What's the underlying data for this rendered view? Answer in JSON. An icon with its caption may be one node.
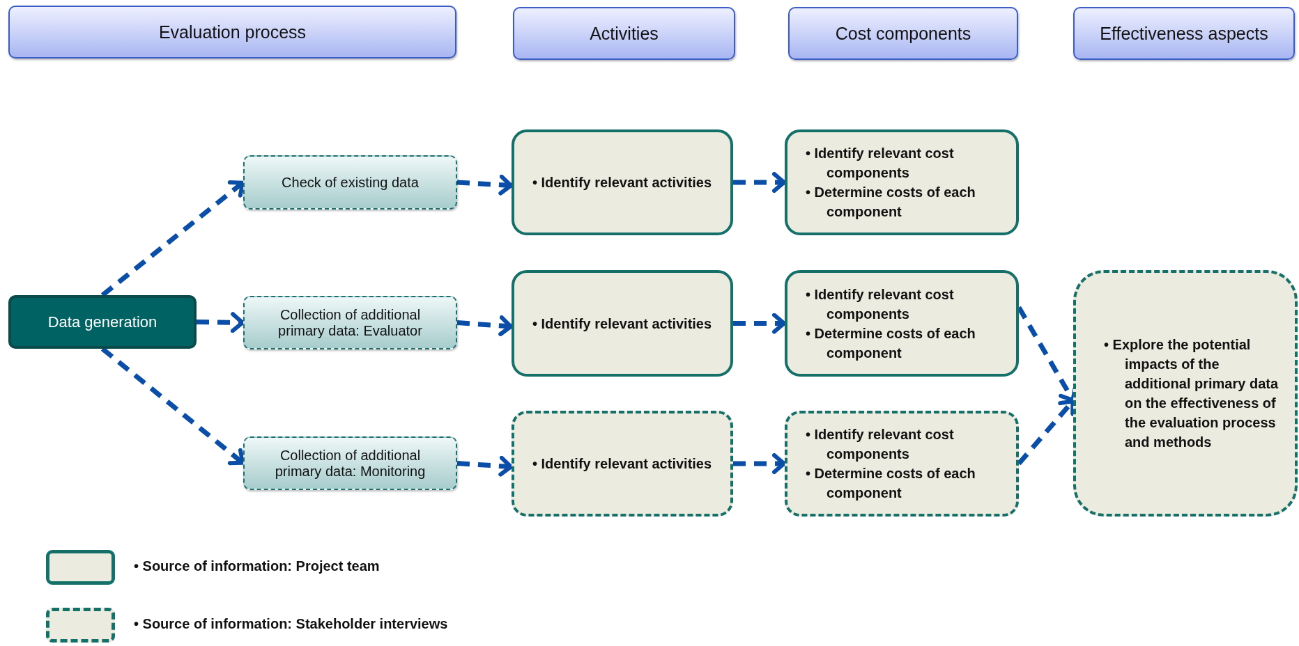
{
  "diagram": {
    "nodes": [
      {
        "text": [
          "Evaluation process"
        ]
      },
      {
        "text": [
          "Activities"
        ]
      },
      {
        "text": [
          "Cost components"
        ]
      },
      {
        "text": [
          "Effectiveness aspects"
        ]
      },
      {
        "text": [
          "Data generation"
        ]
      },
      {
        "text": [
          "Check of existing data"
        ]
      },
      {
        "text": [
          "Collection of additional primary data: Evaluator"
        ]
      },
      {
        "text": [
          "Collection of additional primary data: Monitoring"
        ]
      },
      {
        "text": [
          "• Identify relevant activities"
        ]
      },
      {
        "text": [
          "• Identify relevant cost components",
          "• Determine costs of each component"
        ]
      },
      {
        "text": [
          "• Identify relevant activities"
        ]
      },
      {
        "text": [
          "• Identify relevant cost components",
          "• Determine costs of each component"
        ]
      },
      {
        "text": [
          "• Identify relevant activities"
        ]
      },
      {
        "text": [
          "• Identify relevant cost components",
          "• Determine costs of each component"
        ]
      },
      {
        "text": [
          "• Explore the potential impacts of the additional primary data on the effectiveness of the evaluation process and methods"
        ]
      }
    ],
    "edges": [
      {
        "from": 4,
        "to": 5,
        "arrow": "to",
        "style": "dashed"
      },
      {
        "from": 4,
        "to": 6,
        "arrow": "to",
        "style": "dashed"
      },
      {
        "from": 4,
        "to": 7,
        "arrow": "to",
        "style": "dashed"
      },
      {
        "from": 5,
        "to": 8,
        "arrow": "to",
        "style": "dashed"
      },
      {
        "from": 8,
        "to": 9,
        "arrow": "to",
        "style": "dashed"
      },
      {
        "from": 6,
        "to": 10,
        "arrow": "to",
        "style": "dashed"
      },
      {
        "from": 10,
        "to": 11,
        "arrow": "to",
        "style": "dashed"
      },
      {
        "from": 7,
        "to": 12,
        "arrow": "to",
        "style": "dashed"
      },
      {
        "from": 12,
        "to": 13,
        "arrow": "to",
        "style": "dashed"
      },
      {
        "from": 11,
        "to": 14,
        "arrow": "to",
        "style": "dashed"
      },
      {
        "from": 13,
        "to": 14,
        "arrow": "to",
        "style": "dashed"
      }
    ],
    "legend": [
      {
        "text": "• Source of information: Project team"
      },
      {
        "text": "• Source of information: Stakeholder interviews"
      }
    ]
  }
}
